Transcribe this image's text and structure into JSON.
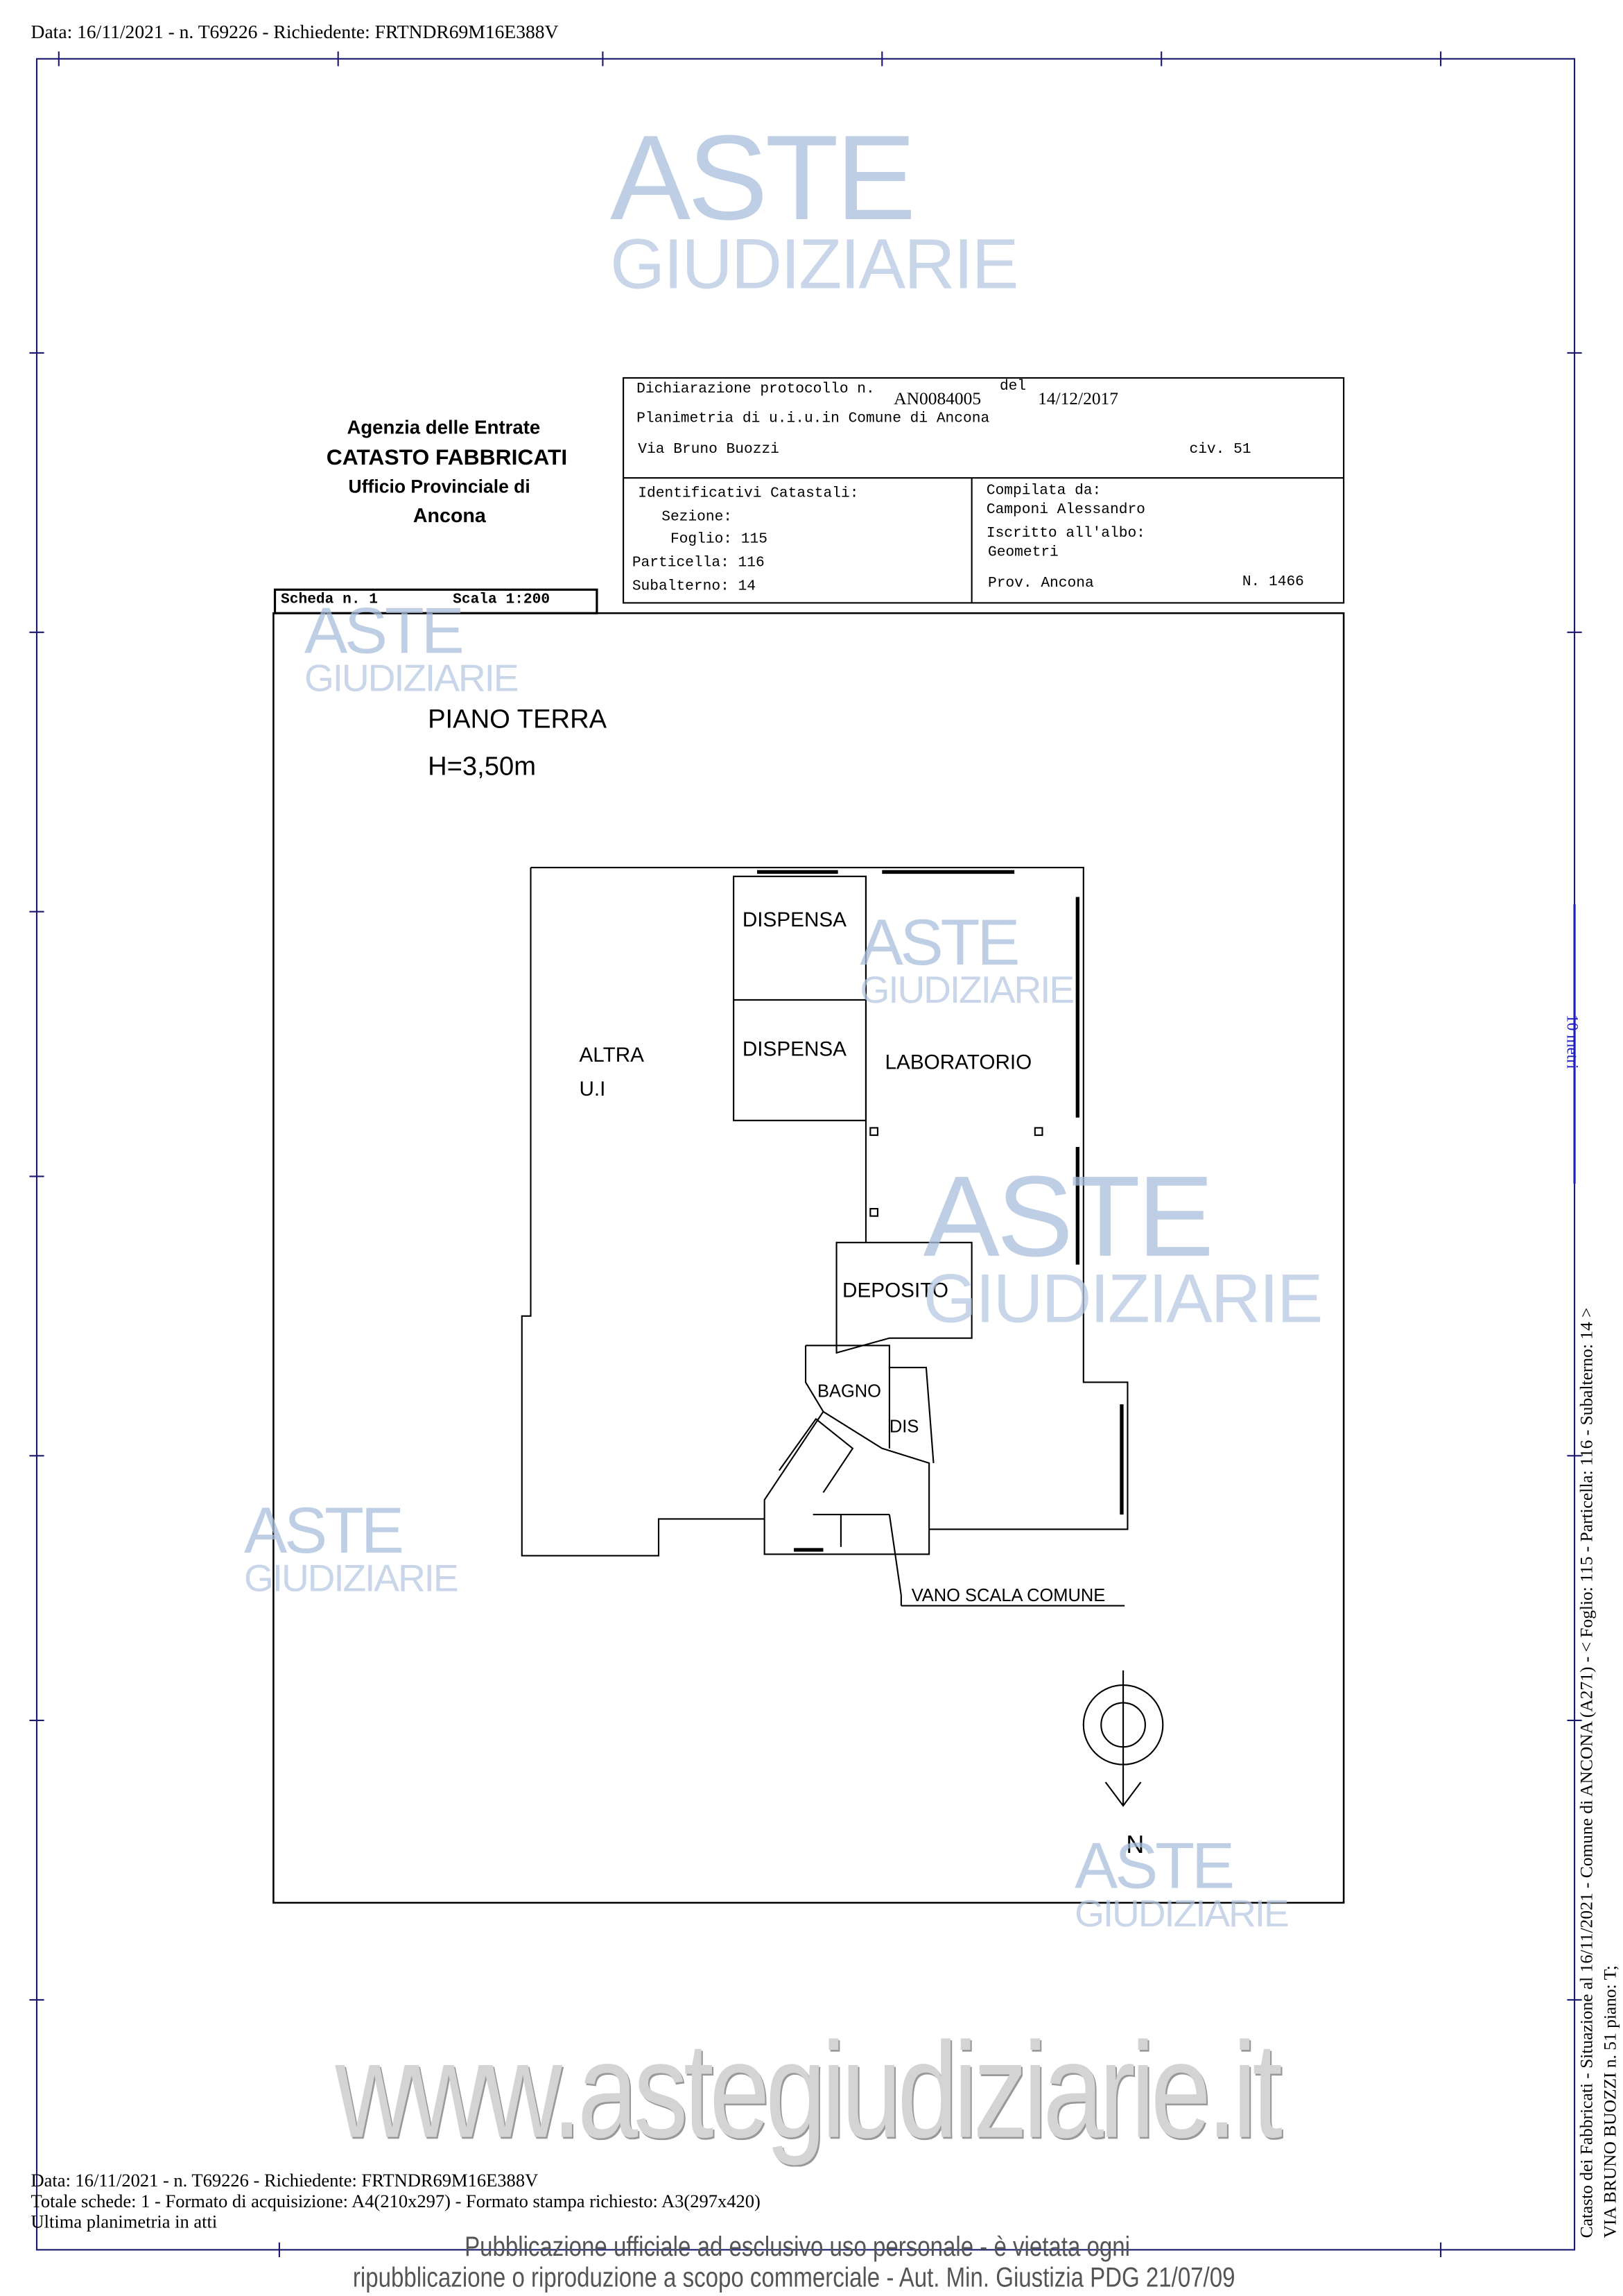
{
  "header_top": "Data: 16/11/2021 - n. T69226 - Richiedente: FRTNDR69M16E388V",
  "agency": {
    "line1": "Agenzia delle Entrate",
    "line2": "CATASTO FABBRICATI",
    "line3": "Ufficio Provinciale di",
    "line4": "Ancona"
  },
  "declaration": {
    "label": "Dichiarazione protocollo n.",
    "protocol": "AN0084005",
    "del_label": "del",
    "date": "14/12/2017",
    "planimetria": "Planimetria di u.i.u.in Comune di Ancona",
    "address": "Via Bruno Buozzi",
    "civ": "civ. 51"
  },
  "identifiers": {
    "title": "Identificativi Catastali:",
    "sezione": "Sezione:",
    "foglio": "Foglio: 115",
    "particella": "Particella: 116",
    "subalterno": "Subalterno: 14"
  },
  "compiler": {
    "label": "Compilata da:",
    "name": "Camponi Alessandro",
    "albo_label": "Iscritto all'albo:",
    "albo": "Geometri",
    "prov": "Prov. Ancona",
    "number": "N. 1466"
  },
  "scheda": {
    "scheda": "Scheda n. 1",
    "scala": "Scala 1:200"
  },
  "plan": {
    "floor": "PIANO TERRA",
    "height": "H=3,50m",
    "rooms": [
      "DISPENSA",
      "DISPENSA",
      "ALTRA",
      "U.I",
      "LABORATORIO",
      "DEPOSITO",
      "BAGNO",
      "DIS",
      "VANO SCALA COMUNE"
    ],
    "north": "N"
  },
  "scale_bar": "10 metri",
  "side_text": {
    "line1": "Catasto dei Fabbricati - Situazione al 16/11/2021 - Comune di ANCONA (A271) - < Foglio: 115 - Particella: 116 - Subalterno: 14 >",
    "line2": "VIA BRUNO BUOZZI n. 51 piano: T;"
  },
  "footer": {
    "line1": "Data: 16/11/2021 - n. T69226 - Richiedente: FRTNDR69M16E388V",
    "line2": "Totale schede: 1 - Formato di acquisizione: A4(210x297) - Formato stampa richiesto: A3(297x420)",
    "line3": "Ultima planimetria in atti"
  },
  "watermark": {
    "aste": "ASTE",
    "giudiziarie": "GIUDIZIARIE",
    "url": "www.astegiudiziarie.it",
    "notice1": "Pubblicazione ufficiale ad esclusivo uso personale - è vietata ogni",
    "notice2": "ripubblicazione o riproduzione a scopo commerciale - Aut. Min. Giustizia PDG 21/07/09"
  },
  "colors": {
    "frame": "#1a1a6e",
    "watermark": "#a9bfdc",
    "scale_bar": "#2020c0"
  }
}
